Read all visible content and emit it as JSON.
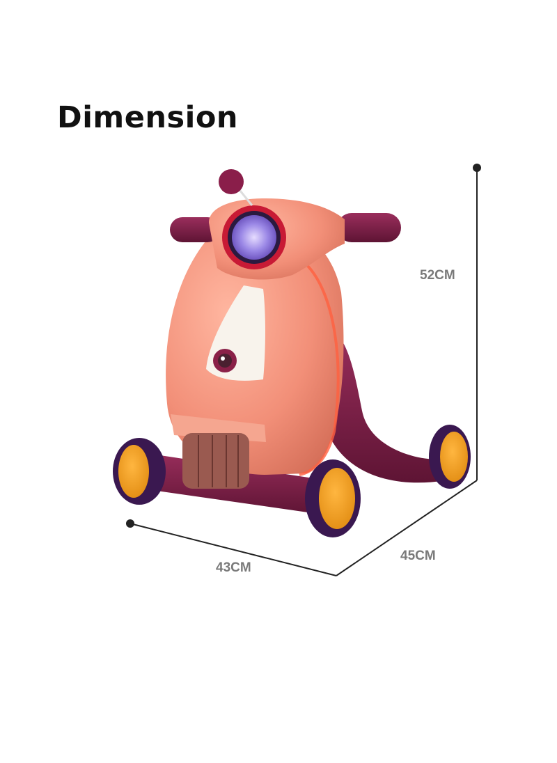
{
  "title": "Dimension",
  "dimensions": {
    "height": "52CM",
    "width": "43CM",
    "depth": "45CM"
  },
  "colors": {
    "body": "#f0907a",
    "body_dark": "#d8735e",
    "accent": "#7a1a45",
    "wheel_hub": "#f39a1c",
    "wheel_tire": "#3a1850",
    "headlight": "#8a7ad8",
    "dimension_line": "#222222",
    "label": "#7a7a7a"
  }
}
